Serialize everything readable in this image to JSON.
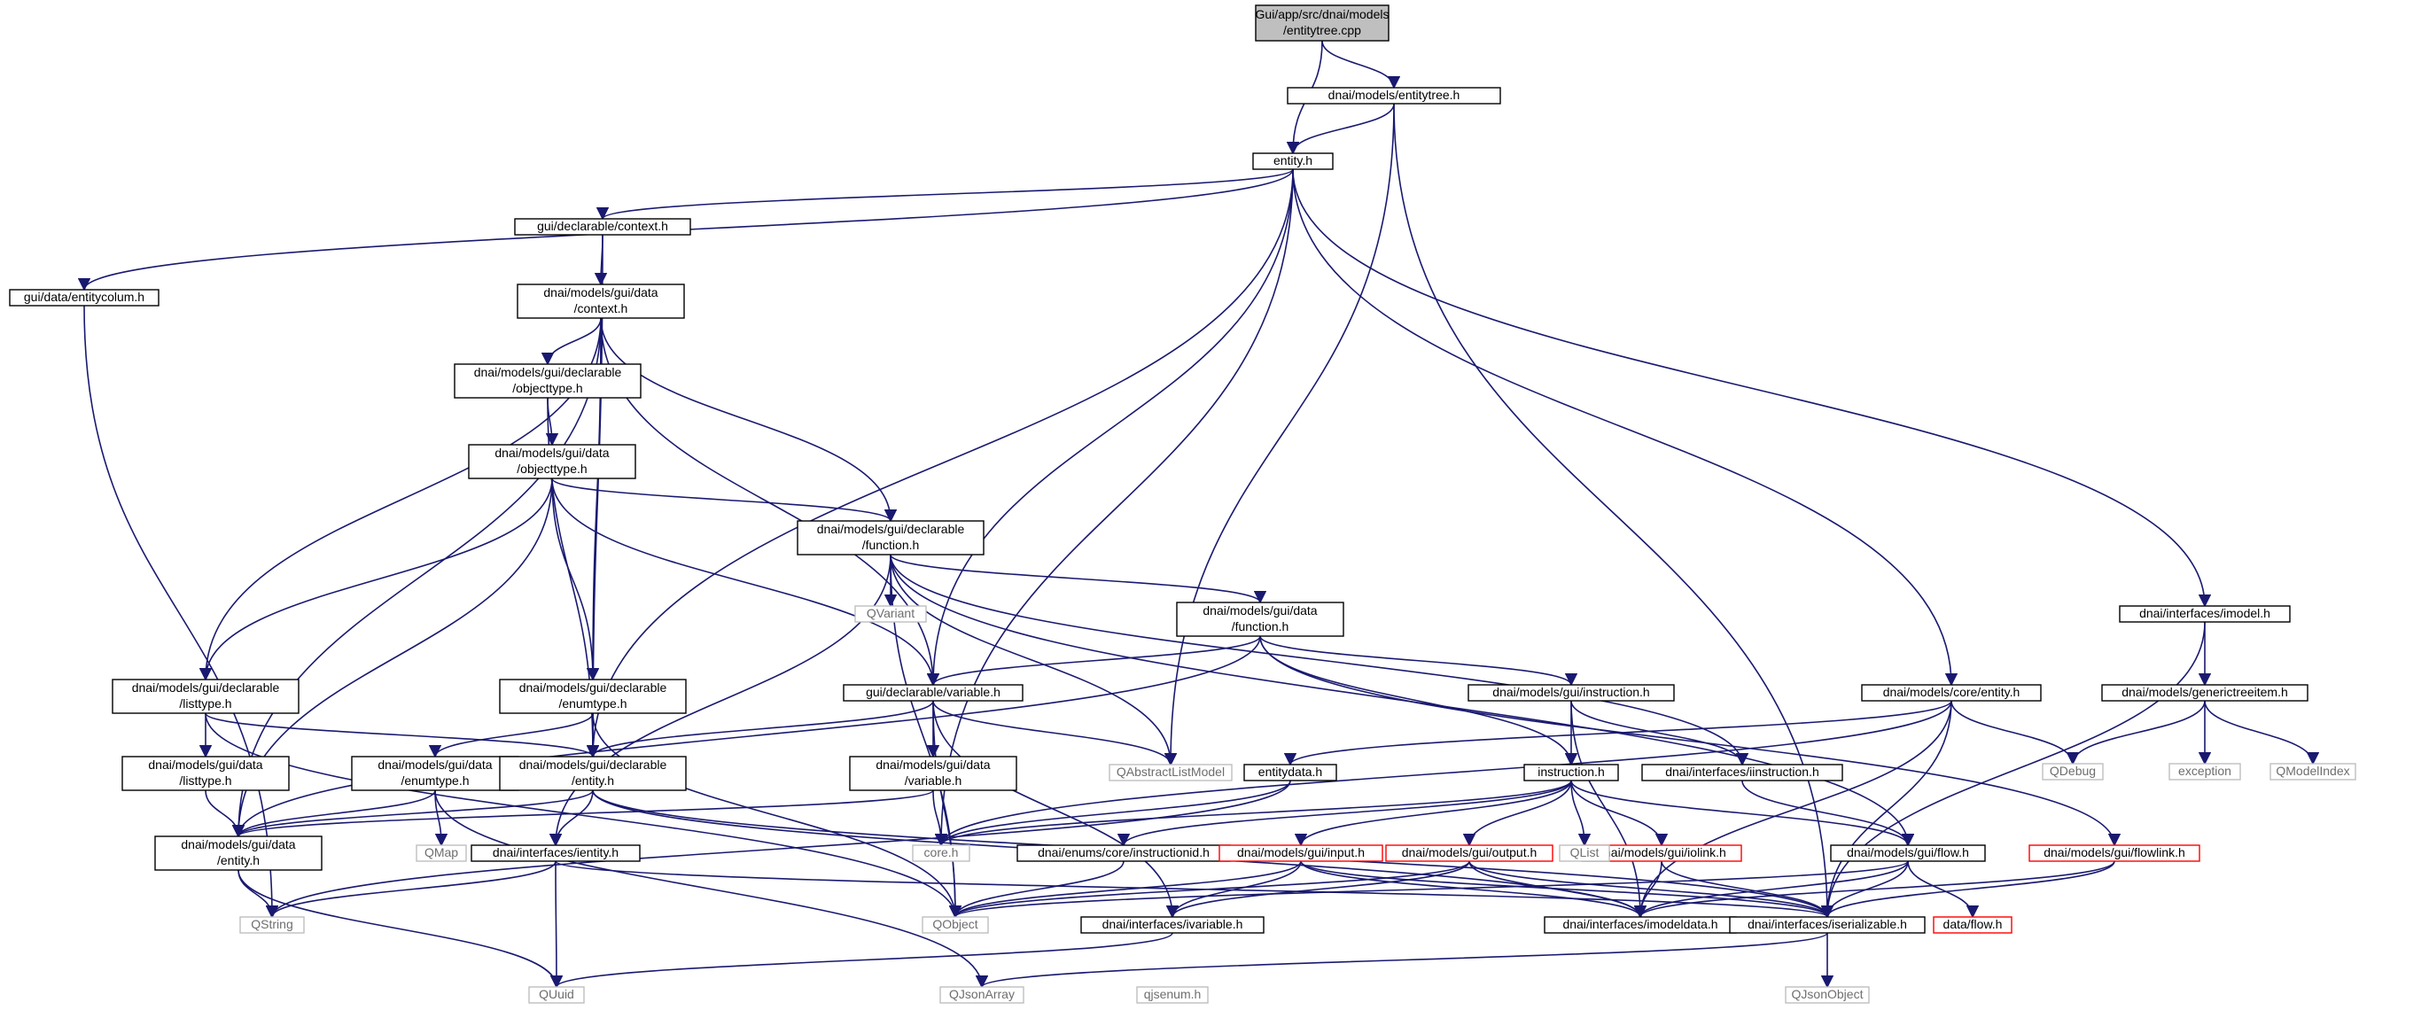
{
  "colors": {
    "edge": "#191970",
    "root_fill": "#bfbfbf",
    "root_border": "#000000",
    "node_border": "#000000",
    "truncated_border": "#ff0000",
    "external_border": "#bfbfbf",
    "external_text": "#6e6e6e"
  },
  "nodes": [
    {
      "id": "root",
      "kind": "root",
      "lines": [
        "Gui/app/src/dnai/models",
        "/entitytree.cpp"
      ]
    },
    {
      "id": "entitytree_h",
      "kind": "normal",
      "lines": [
        "dnai/models/entitytree.h"
      ]
    },
    {
      "id": "entity_h",
      "kind": "normal",
      "lines": [
        "entity.h"
      ]
    },
    {
      "id": "gui_declarable_context_h",
      "kind": "normal",
      "lines": [
        "gui/declarable/context.h"
      ]
    },
    {
      "id": "gui_data_entitycolum_h",
      "kind": "normal",
      "lines": [
        "gui/data/entitycolum.h"
      ]
    },
    {
      "id": "dm_gui_data_context_h",
      "kind": "normal",
      "lines": [
        "dnai/models/gui/data",
        "/context.h"
      ]
    },
    {
      "id": "dm_gui_declarable_objecttype_h",
      "kind": "normal",
      "lines": [
        "dnai/models/gui/declarable",
        "/objecttype.h"
      ]
    },
    {
      "id": "dm_gui_data_objecttype_h",
      "kind": "normal",
      "lines": [
        "dnai/models/gui/data",
        "/objecttype.h"
      ]
    },
    {
      "id": "dm_gui_declarable_function_h",
      "kind": "normal",
      "lines": [
        "dnai/models/gui/declarable",
        "/function.h"
      ]
    },
    {
      "id": "qvariant",
      "kind": "external",
      "lines": [
        "QVariant"
      ]
    },
    {
      "id": "dm_gui_data_function_h",
      "kind": "normal",
      "lines": [
        "dnai/models/gui/data",
        "/function.h"
      ]
    },
    {
      "id": "dm_gui_declarable_listtype_h",
      "kind": "normal",
      "lines": [
        "dnai/models/gui/declarable",
        "/listtype.h"
      ]
    },
    {
      "id": "dm_gui_declarable_enumtype_h",
      "kind": "normal",
      "lines": [
        "dnai/models/gui/declarable",
        "/enumtype.h"
      ]
    },
    {
      "id": "gui_declarable_variable_h",
      "kind": "normal",
      "lines": [
        "gui/declarable/variable.h"
      ]
    },
    {
      "id": "dm_gui_instruction_h",
      "kind": "normal",
      "lines": [
        "dnai/models/gui/instruction.h"
      ]
    },
    {
      "id": "dm_core_entity_h",
      "kind": "normal",
      "lines": [
        "dnai/models/core/entity.h"
      ]
    },
    {
      "id": "di_imodel_h",
      "kind": "normal",
      "lines": [
        "dnai/interfaces/imodel.h"
      ]
    },
    {
      "id": "dm_generictreeitem_h",
      "kind": "normal",
      "lines": [
        "dnai/models/generictreeitem.h"
      ]
    },
    {
      "id": "qdebug",
      "kind": "external",
      "lines": [
        "QDebug"
      ]
    },
    {
      "id": "exception",
      "kind": "external",
      "lines": [
        "exception"
      ]
    },
    {
      "id": "qmodelindex",
      "kind": "external",
      "lines": [
        "QModelIndex"
      ]
    },
    {
      "id": "dm_gui_data_listtype_h",
      "kind": "normal",
      "lines": [
        "dnai/models/gui/data",
        "/listtype.h"
      ]
    },
    {
      "id": "dm_gui_data_enumtype_h",
      "kind": "normal",
      "lines": [
        "dnai/models/gui/data",
        "/enumtype.h"
      ]
    },
    {
      "id": "dm_gui_declarable_entity_h",
      "kind": "normal",
      "lines": [
        "dnai/models/gui/declarable",
        "/entity.h"
      ]
    },
    {
      "id": "dm_gui_data_variable_h",
      "kind": "normal",
      "lines": [
        "dnai/models/gui/data",
        "/variable.h"
      ]
    },
    {
      "id": "qabstractlistmodel",
      "kind": "external",
      "lines": [
        "QAbstractListModel"
      ]
    },
    {
      "id": "entitydata_h",
      "kind": "normal",
      "lines": [
        "entitydata.h"
      ]
    },
    {
      "id": "instruction_h",
      "kind": "normal",
      "lines": [
        "instruction.h"
      ]
    },
    {
      "id": "di_iinstruction_h",
      "kind": "normal",
      "lines": [
        "dnai/interfaces/iinstruction.h"
      ]
    },
    {
      "id": "dm_gui_data_entity_h",
      "kind": "normal",
      "lines": [
        "dnai/models/gui/data",
        "/entity.h"
      ]
    },
    {
      "id": "qmap",
      "kind": "external",
      "lines": [
        "QMap"
      ]
    },
    {
      "id": "core_h",
      "kind": "external",
      "lines": [
        "core.h"
      ]
    },
    {
      "id": "de_core_instructionid_h",
      "kind": "normal",
      "lines": [
        "dnai/enums/core/instructionid.h"
      ]
    },
    {
      "id": "dm_gui_input_h",
      "kind": "truncated",
      "lines": [
        "dnai/models/gui/input.h"
      ]
    },
    {
      "id": "dm_gui_output_h",
      "kind": "truncated",
      "lines": [
        "dnai/models/gui/output.h"
      ]
    },
    {
      "id": "dm_gui_iolink_h",
      "kind": "truncated",
      "lines": [
        "dnai/models/gui/iolink.h"
      ]
    },
    {
      "id": "qlist",
      "kind": "external",
      "lines": [
        "QList"
      ]
    },
    {
      "id": "dm_gui_flow_h",
      "kind": "normal",
      "lines": [
        "dnai/models/gui/flow.h"
      ]
    },
    {
      "id": "dm_gui_flowlink_h",
      "kind": "truncated",
      "lines": [
        "dnai/models/gui/flowlink.h"
      ]
    },
    {
      "id": "di_ientity_h",
      "kind": "normal",
      "lines": [
        "dnai/interfaces/ientity.h"
      ]
    },
    {
      "id": "qstring",
      "kind": "external",
      "lines": [
        "QString"
      ]
    },
    {
      "id": "qobject",
      "kind": "external",
      "lines": [
        "QObject"
      ]
    },
    {
      "id": "di_ivariable_h",
      "kind": "normal",
      "lines": [
        "dnai/interfaces/ivariable.h"
      ]
    },
    {
      "id": "di_imodeldata_h",
      "kind": "normal",
      "lines": [
        "dnai/interfaces/imodeldata.h"
      ]
    },
    {
      "id": "di_iserializable_h",
      "kind": "normal",
      "lines": [
        "dnai/interfaces/iserializable.h"
      ]
    },
    {
      "id": "data_flow_h",
      "kind": "truncated",
      "lines": [
        "data/flow.h"
      ]
    },
    {
      "id": "quuid",
      "kind": "external",
      "lines": [
        "QUuid"
      ]
    },
    {
      "id": "qjsonarray",
      "kind": "external",
      "lines": [
        "QJsonArray"
      ]
    },
    {
      "id": "qjsenum_h",
      "kind": "external",
      "lines": [
        "qjsenum.h"
      ]
    },
    {
      "id": "qjsonobject",
      "kind": "external",
      "lines": [
        "QJsonObject"
      ]
    }
  ],
  "edges": [
    [
      "root",
      "entitytree_h"
    ],
    [
      "root",
      "entity_h"
    ],
    [
      "entitytree_h",
      "entity_h"
    ],
    [
      "entitytree_h",
      "qabstractlistmodel"
    ],
    [
      "entitytree_h",
      "di_iserializable_h"
    ],
    [
      "entity_h",
      "gui_data_entitycolum_h"
    ],
    [
      "entity_h",
      "gui_declarable_context_h"
    ],
    [
      "entity_h",
      "dm_gui_declarable_entity_h"
    ],
    [
      "entity_h",
      "gui_declarable_variable_h"
    ],
    [
      "entity_h",
      "core_h"
    ],
    [
      "entity_h",
      "dm_core_entity_h"
    ],
    [
      "entity_h",
      "di_imodel_h"
    ],
    [
      "gui_data_entitycolum_h",
      "qstring"
    ],
    [
      "gui_declarable_context_h",
      "dm_gui_data_context_h"
    ],
    [
      "gui_declarable_context_h",
      "dm_gui_declarable_entity_h"
    ],
    [
      "dm_gui_data_context_h",
      "dm_gui_declarable_objecttype_h"
    ],
    [
      "dm_gui_data_context_h",
      "dm_gui_data_entity_h"
    ],
    [
      "dm_gui_data_context_h",
      "dm_gui_declarable_listtype_h"
    ],
    [
      "dm_gui_data_context_h",
      "dm_gui_declarable_enumtype_h"
    ],
    [
      "dm_gui_data_context_h",
      "gui_declarable_variable_h"
    ],
    [
      "dm_gui_data_context_h",
      "dm_gui_declarable_function_h"
    ],
    [
      "dm_gui_declarable_objecttype_h",
      "dm_gui_data_objecttype_h"
    ],
    [
      "dm_gui_declarable_objecttype_h",
      "dm_gui_declarable_entity_h"
    ],
    [
      "dm_gui_data_objecttype_h",
      "dm_gui_data_entity_h"
    ],
    [
      "dm_gui_data_objecttype_h",
      "dm_gui_declarable_listtype_h"
    ],
    [
      "dm_gui_data_objecttype_h",
      "dm_gui_declarable_enumtype_h"
    ],
    [
      "dm_gui_data_objecttype_h",
      "gui_declarable_variable_h"
    ],
    [
      "dm_gui_data_objecttype_h",
      "dm_gui_declarable_function_h"
    ],
    [
      "dm_gui_declarable_function_h",
      "qvariant"
    ],
    [
      "dm_gui_declarable_function_h",
      "dm_gui_data_function_h"
    ],
    [
      "dm_gui_declarable_function_h",
      "qobject"
    ],
    [
      "dm_gui_declarable_function_h",
      "di_ientity_h"
    ],
    [
      "dm_gui_declarable_function_h",
      "qabstractlistmodel"
    ],
    [
      "dm_gui_declarable_function_h",
      "dm_gui_flow_h"
    ],
    [
      "dm_gui_declarable_function_h",
      "di_iinstruction_h"
    ],
    [
      "dm_gui_data_function_h",
      "gui_declarable_variable_h"
    ],
    [
      "dm_gui_data_function_h",
      "dm_gui_data_entity_h"
    ],
    [
      "dm_gui_data_function_h",
      "dm_gui_instruction_h"
    ],
    [
      "dm_gui_data_function_h",
      "instruction_h"
    ],
    [
      "dm_gui_data_function_h",
      "dm_gui_flowlink_h"
    ],
    [
      "dm_gui_declarable_listtype_h",
      "dm_gui_data_listtype_h"
    ],
    [
      "dm_gui_declarable_listtype_h",
      "dm_gui_declarable_entity_h"
    ],
    [
      "dm_gui_declarable_listtype_h",
      "qobject"
    ],
    [
      "dm_gui_data_listtype_h",
      "dm_gui_data_entity_h"
    ],
    [
      "dm_gui_declarable_enumtype_h",
      "dm_gui_data_enumtype_h"
    ],
    [
      "dm_gui_declarable_enumtype_h",
      "dm_gui_declarable_entity_h"
    ],
    [
      "dm_gui_declarable_enumtype_h",
      "qobject"
    ],
    [
      "dm_gui_data_enumtype_h",
      "dm_gui_data_entity_h"
    ],
    [
      "dm_gui_data_enumtype_h",
      "qmap"
    ],
    [
      "dm_gui_data_enumtype_h",
      "qjsonarray"
    ],
    [
      "gui_declarable_variable_h",
      "dm_gui_declarable_entity_h"
    ],
    [
      "gui_declarable_variable_h",
      "dm_gui_data_variable_h"
    ],
    [
      "gui_declarable_variable_h",
      "qabstractlistmodel"
    ],
    [
      "gui_declarable_variable_h",
      "qobject"
    ],
    [
      "gui_declarable_variable_h",
      "di_ivariable_h"
    ],
    [
      "dm_gui_data_variable_h",
      "dm_gui_data_entity_h"
    ],
    [
      "dm_gui_data_variable_h",
      "core_h"
    ],
    [
      "dm_gui_declarable_entity_h",
      "dm_gui_data_entity_h"
    ],
    [
      "dm_gui_declarable_entity_h",
      "di_ientity_h"
    ],
    [
      "dm_gui_declarable_entity_h",
      "di_imodeldata_h"
    ],
    [
      "dm_gui_declarable_entity_h",
      "di_iserializable_h"
    ],
    [
      "dm_gui_data_entity_h",
      "qstring"
    ],
    [
      "dm_gui_data_entity_h",
      "quuid"
    ],
    [
      "di_ientity_h",
      "quuid"
    ],
    [
      "di_ientity_h",
      "qstring"
    ],
    [
      "di_ientity_h",
      "di_iserializable_h"
    ],
    [
      "dm_gui_instruction_h",
      "instruction_h"
    ],
    [
      "dm_gui_instruction_h",
      "di_iinstruction_h"
    ],
    [
      "dm_gui_instruction_h",
      "di_imodeldata_h"
    ],
    [
      "instruction_h",
      "core_h"
    ],
    [
      "instruction_h",
      "de_core_instructionid_h"
    ],
    [
      "instruction_h",
      "dm_gui_input_h"
    ],
    [
      "instruction_h",
      "dm_gui_output_h"
    ],
    [
      "instruction_h",
      "dm_gui_iolink_h"
    ],
    [
      "instruction_h",
      "qlist"
    ],
    [
      "instruction_h",
      "dm_gui_flow_h"
    ],
    [
      "de_core_instructionid_h",
      "qobject"
    ],
    [
      "dm_gui_input_h",
      "qobject"
    ],
    [
      "dm_gui_input_h",
      "di_ivariable_h"
    ],
    [
      "dm_gui_input_h",
      "di_imodeldata_h"
    ],
    [
      "dm_gui_input_h",
      "di_iserializable_h"
    ],
    [
      "dm_gui_output_h",
      "qobject"
    ],
    [
      "dm_gui_output_h",
      "di_ivariable_h"
    ],
    [
      "dm_gui_output_h",
      "di_imodeldata_h"
    ],
    [
      "dm_gui_output_h",
      "di_iserializable_h"
    ],
    [
      "dm_gui_iolink_h",
      "di_imodeldata_h"
    ],
    [
      "dm_gui_iolink_h",
      "di_iserializable_h"
    ],
    [
      "dm_gui_flow_h",
      "qobject"
    ],
    [
      "dm_gui_flow_h",
      "di_imodeldata_h"
    ],
    [
      "dm_gui_flow_h",
      "di_iserializable_h"
    ],
    [
      "dm_gui_flow_h",
      "data_flow_h"
    ],
    [
      "dm_gui_flowlink_h",
      "di_imodeldata_h"
    ],
    [
      "dm_gui_flowlink_h",
      "di_iserializable_h"
    ],
    [
      "di_iinstruction_h",
      "dm_gui_flow_h"
    ],
    [
      "dm_core_entity_h",
      "qdebug"
    ],
    [
      "dm_core_entity_h",
      "entitydata_h"
    ],
    [
      "dm_core_entity_h",
      "core_h"
    ],
    [
      "dm_core_entity_h",
      "di_iserializable_h"
    ],
    [
      "dm_core_entity_h",
      "di_imodeldata_h"
    ],
    [
      "entitydata_h",
      "core_h"
    ],
    [
      "entitydata_h",
      "qstring"
    ],
    [
      "di_imodel_h",
      "dm_generictreeitem_h"
    ],
    [
      "di_imodel_h",
      "di_iserializable_h"
    ],
    [
      "dm_generictreeitem_h",
      "qdebug"
    ],
    [
      "dm_generictreeitem_h",
      "exception"
    ],
    [
      "dm_generictreeitem_h",
      "qmodelindex"
    ],
    [
      "di_ivariable_h",
      "quuid"
    ],
    [
      "di_iserializable_h",
      "qjsonarray"
    ],
    [
      "di_iserializable_h",
      "qjsonobject"
    ]
  ]
}
